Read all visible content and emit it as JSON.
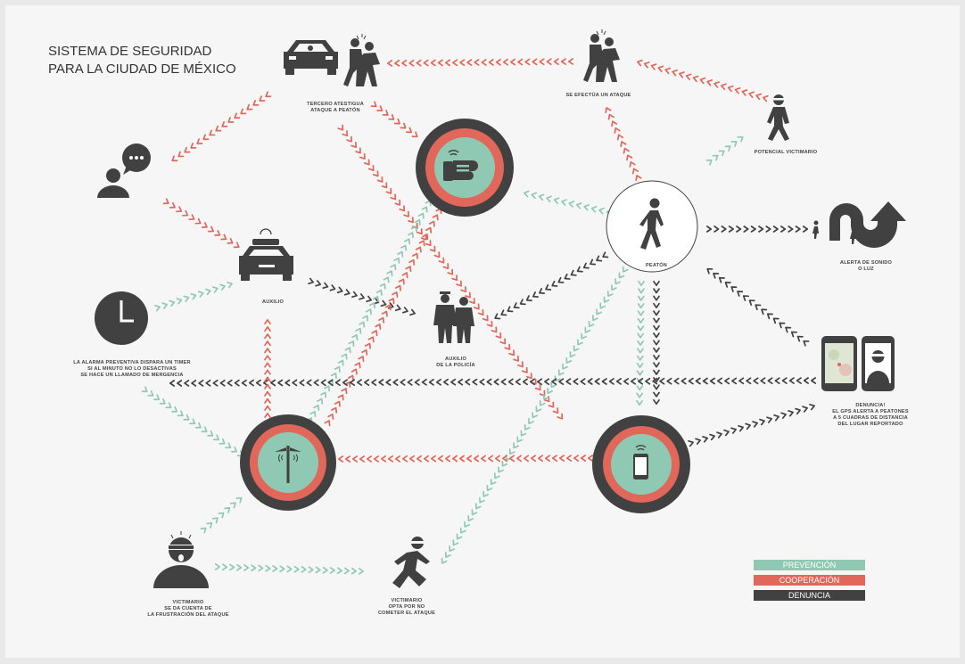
{
  "title": {
    "line1": "SISTEMA DE SEGURIDAD",
    "line2": "PARA LA CIUDAD DE MÉXICO"
  },
  "colors": {
    "prevencion": "#8fc9b4",
    "cooperacion": "#e0675a",
    "denuncia": "#414142",
    "icon": "#414142",
    "background": "#f6f6f6"
  },
  "labels": {
    "tercero": "TERCERO ATESTIGUA\nATAQUE A PEATÓN",
    "ataque": "SE EFECTÚA UN ATAQUE",
    "potencial": "POTENCIAL VICTIMARIO",
    "peaton": "PEATÓN",
    "alerta": "ALERTA DE SONIDO\nO LUZ",
    "auxilio": "AUXILIO",
    "auxilio_policia": "AUXILIO\nDE LA POLICÍA",
    "timer": "LA ALARMA PREVENTIVA DISPARA UN TIMER\nSI AL MINUTO NO LO DESACTIVAS\nSE HACE UN LLAMADO DE MERGENCIA",
    "denuncia": "DENUNCIA!\nEL GPS ALERTA A PEATONES\nA 5 CUADRAS DE DISTANCIA\nDEL LUGAR REPORTADO",
    "victimario_frustracion": "VICTIMARIO\nSE DA CUENTA DE\nLA FRUSTRACIÓN DEL ATAQUE",
    "victimario_opta": "VICTIMARIO\nOPTA POR NO\nCOMETER EL ATAQUE"
  },
  "legend": [
    {
      "label": "PREVENCIÓN",
      "color": "#8fc9b4"
    },
    {
      "label": "COOPERACIÓN",
      "color": "#e0675a"
    },
    {
      "label": "DENUNCIA",
      "color": "#414142"
    }
  ],
  "icons": [
    "car-icon",
    "assault-icon",
    "speech-bubble-person-icon",
    "police-car-icon",
    "clock-icon",
    "police-officers-icon",
    "glove-device-icon",
    "pedestrian-icon",
    "masked-person-walking-icon",
    "route-arrow-icon",
    "phone-map-icon",
    "phone-thief-icon",
    "street-light-device-icon",
    "smartphone-device-icon",
    "masked-thief-icon",
    "running-thief-icon"
  ]
}
